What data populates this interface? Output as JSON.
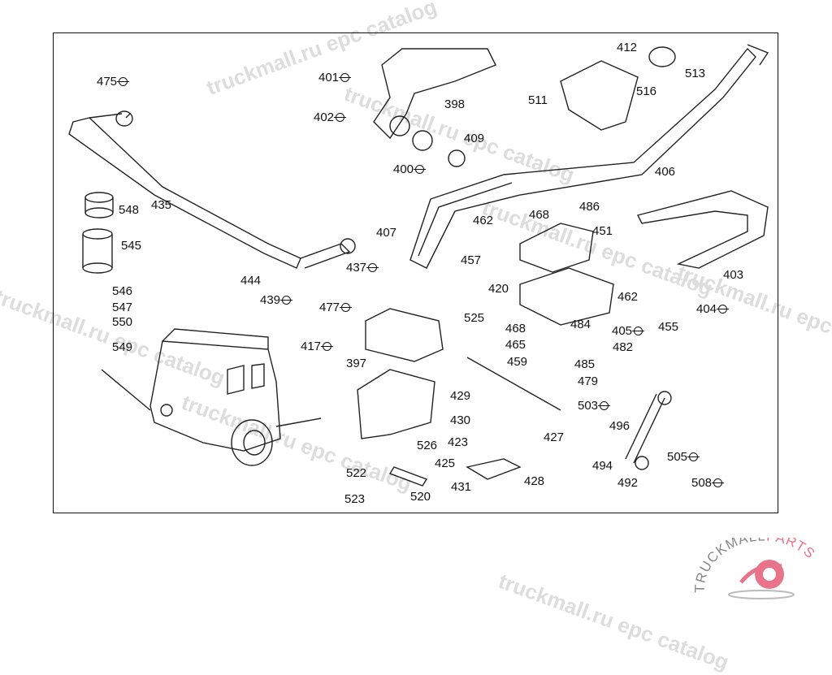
{
  "watermark": "truckmall.ru epc catalog",
  "logo": {
    "text_dark": "TRUCKMALL",
    "text_accent": "PARTS",
    "accent_color": "#e8738a",
    "dark_color": "#888888"
  },
  "parts": [
    {
      "label": "475",
      "marker": true
    },
    {
      "label": "401",
      "marker": true
    },
    {
      "label": "402",
      "marker": true
    },
    {
      "label": "398",
      "marker": false
    },
    {
      "label": "412",
      "marker": false
    },
    {
      "label": "513",
      "marker": false
    },
    {
      "label": "511",
      "marker": false
    },
    {
      "label": "516",
      "marker": false
    },
    {
      "label": "409",
      "marker": false
    },
    {
      "label": "400",
      "marker": true
    },
    {
      "label": "406",
      "marker": false
    },
    {
      "label": "548",
      "marker": false
    },
    {
      "label": "435",
      "marker": false
    },
    {
      "label": "545",
      "marker": false
    },
    {
      "label": "462",
      "marker": false
    },
    {
      "label": "468",
      "marker": false
    },
    {
      "label": "486",
      "marker": false
    },
    {
      "label": "451",
      "marker": false
    },
    {
      "label": "407",
      "marker": false
    },
    {
      "label": "457",
      "marker": false
    },
    {
      "label": "403",
      "marker": false
    },
    {
      "label": "444",
      "marker": false
    },
    {
      "label": "437",
      "marker": true
    },
    {
      "label": "420",
      "marker": false
    },
    {
      "label": "439",
      "marker": true
    },
    {
      "label": "546",
      "marker": false
    },
    {
      "label": "547",
      "marker": false
    },
    {
      "label": "550",
      "marker": false
    },
    {
      "label": "477",
      "marker": true
    },
    {
      "label": "525",
      "marker": false
    },
    {
      "label": "462",
      "marker": false
    },
    {
      "label": "404",
      "marker": true
    },
    {
      "label": "455",
      "marker": false
    },
    {
      "label": "468",
      "marker": false
    },
    {
      "label": "484",
      "marker": false
    },
    {
      "label": "405",
      "marker": true
    },
    {
      "label": "549",
      "marker": false
    },
    {
      "label": "417",
      "marker": true
    },
    {
      "label": "397",
      "marker": false
    },
    {
      "label": "465",
      "marker": false
    },
    {
      "label": "482",
      "marker": false
    },
    {
      "label": "459",
      "marker": false
    },
    {
      "label": "485",
      "marker": false
    },
    {
      "label": "479",
      "marker": false
    },
    {
      "label": "429",
      "marker": false
    },
    {
      "label": "503",
      "marker": true
    },
    {
      "label": "430",
      "marker": false
    },
    {
      "label": "496",
      "marker": false
    },
    {
      "label": "423",
      "marker": false
    },
    {
      "label": "427",
      "marker": false
    },
    {
      "label": "526",
      "marker": false
    },
    {
      "label": "425",
      "marker": false
    },
    {
      "label": "505",
      "marker": true
    },
    {
      "label": "494",
      "marker": false
    },
    {
      "label": "522",
      "marker": false
    },
    {
      "label": "492",
      "marker": false
    },
    {
      "label": "431",
      "marker": false
    },
    {
      "label": "428",
      "marker": false
    },
    {
      "label": "508",
      "marker": true
    },
    {
      "label": "523",
      "marker": false
    },
    {
      "label": "520",
      "marker": false
    }
  ]
}
